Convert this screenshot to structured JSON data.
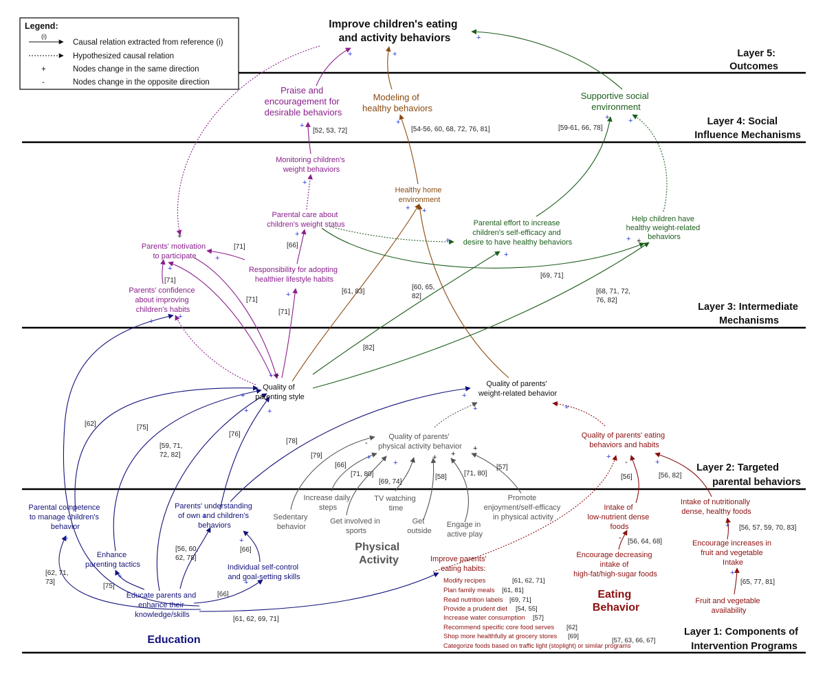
{
  "colors": {
    "layer_line": "#000000",
    "education": "#12127a",
    "physical": "#555555",
    "eating": "#8b0e0e",
    "social_purple": "#8a1e8c",
    "modeling_brown": "#8a4a10",
    "green": "#1b5e1b",
    "sign": "#2233dd",
    "neutral": "#111111"
  },
  "legend": {
    "title": "Legend:",
    "ref_marker": "(i)",
    "causal": "Causal relation extracted from reference (i)",
    "hypothesized": "Hypothesized causal relation",
    "plus_symbol": "+",
    "plus_text": "Nodes change in the same direction",
    "minus_symbol": "-",
    "minus_text": "Nodes change in the opposite direction"
  },
  "layers": [
    {
      "name": "layer-5",
      "lines": [
        "Layer 5:",
        "Outcomes"
      ]
    },
    {
      "name": "layer-4",
      "lines": [
        "Layer 4: Social",
        "Influence Mechanisms"
      ]
    },
    {
      "name": "layer-3",
      "lines": [
        "Layer 3: Intermediate",
        "Mechanisms"
      ]
    },
    {
      "name": "layer-2",
      "lines": [
        "Layer 2: Targeted",
        "parental behaviors"
      ]
    },
    {
      "name": "layer-1",
      "lines": [
        "Layer 1: Components of",
        "Intervention Programs"
      ]
    }
  ],
  "sections": {
    "physical": [
      "Physical",
      "Activity"
    ],
    "eating": [
      "Eating",
      "Behavior"
    ],
    "education": [
      "Education"
    ]
  },
  "nodes": {
    "outcome": [
      "Improve children's eating",
      "and activity behaviors"
    ],
    "praise": [
      "Praise and",
      "encouragement for",
      "desirable behaviors"
    ],
    "modeling": [
      "Modeling of",
      "healthy behaviors"
    ],
    "supportive": [
      "Supportive social",
      "environment"
    ],
    "monitoring": [
      "Monitoring children's",
      "weight behaviors"
    ],
    "home_env": [
      "Healthy home",
      "environment"
    ],
    "care": [
      "Parental care about",
      "children's weight status"
    ],
    "effort": [
      "Parental effort to increase",
      "children's self-efficacy and",
      "desire to have healthy behaviors"
    ],
    "help": [
      "Help children have",
      "healthy weight-related",
      "behaviors"
    ],
    "motivation": [
      "Parents' motivation",
      "to participate"
    ],
    "responsibility": [
      "Responsibility for adopting",
      "healthier lifestyle habits"
    ],
    "confidence": [
      "Parents' confidence",
      "about improving",
      "children's habits"
    ],
    "parenting_style": [
      "Quality of",
      "parenting style"
    ],
    "weight_behavior": [
      "Quality of parents'",
      "weight-related behavior"
    ],
    "pa_behavior": [
      "Quality of parents'",
      "physical activity behavior"
    ],
    "eating_habits": [
      "Quality of parents' eating",
      "behaviors and habits"
    ],
    "competence": [
      "Parental competence",
      "to manage children's",
      "behavior"
    ],
    "understanding": [
      "Parents' understanding",
      "of own and children's",
      "behaviors"
    ],
    "enhance_tactics": [
      "Enhance",
      "parenting tactics"
    ],
    "self_control": [
      "Individual self-control",
      "and goal-setting skills"
    ],
    "educate": [
      "Educate parents and",
      "enhance their",
      "knowledge/skills"
    ],
    "sedentary": [
      "Sedentary",
      "behavior"
    ],
    "daily_steps": [
      "Increase daily",
      "steps"
    ],
    "sports": [
      "Get involved in",
      "sports"
    ],
    "tv": [
      "TV watching",
      "time"
    ],
    "outside": [
      "Get",
      "outside"
    ],
    "active_play": [
      "Engage in",
      "active play"
    ],
    "enjoyment": [
      "Promote",
      "enjoyment/self-efficacy",
      "in physical activity"
    ],
    "intake_low": [
      "Intake of",
      "low-nutrient dense",
      "foods"
    ],
    "intake_dense": [
      "Intake of nutritionally",
      "dense, healthy foods"
    ],
    "decrease": [
      "Encourage decreasing",
      "intake of",
      "high-fat/high-sugar foods"
    ],
    "increase_fv": [
      "Encourage increases in",
      "fruit and vegetable",
      "Intake"
    ],
    "fv_avail": [
      "Fruit and vegetable",
      "availability"
    ],
    "improve_eating": [
      "Improve parents'",
      "eating habits:"
    ]
  },
  "eating_habit_items": [
    {
      "label": "Modify recipes",
      "ref": "[61, 62, 71]"
    },
    {
      "label": "Plan family meals",
      "ref": "[61, 81]"
    },
    {
      "label": "Read nutrition labels",
      "ref": "[69, 71]"
    },
    {
      "label": "Provide a prudent diet",
      "ref": "[54, 55]"
    },
    {
      "label": "Increase water consumption",
      "ref": "[57]"
    },
    {
      "label": "Recommend specific core food serves",
      "ref": "[62]"
    },
    {
      "label": "Shop more healthfully at grocery stores",
      "ref": "[69]"
    },
    {
      "label": "Categorize foods based on traffic light (stoplight) or similar programs",
      "ref": "[57, 63, 66, 67]"
    }
  ],
  "refs": {
    "r_52": "[52, 53, 72]",
    "r_54": "[54-56, 60, 68, 72, 76, 81]",
    "r_59": "[59-61, 66, 78]",
    "r_66a": "[66]",
    "r_71a": "[71]",
    "r_71b": "[71]",
    "r_71c": "[71]",
    "r_71d": "[71]",
    "r_61_83": "[61, 83]",
    "r_60_65_82": [
      "[60, 65,",
      "82]"
    ],
    "r_69_71": "[69, 71]",
    "r_68_71": [
      "[68, 71, 72,",
      "76, 82]"
    ],
    "r_82": "[82]",
    "r_62": "[62]",
    "r_75a": "[75]",
    "r_59_71": [
      "[59, 71,",
      "72, 82]"
    ],
    "r_76": "[76]",
    "r_78": "[78]",
    "r_79": "[79]",
    "r_66b": "[66]",
    "r_71_80a": "[71, 80]",
    "r_69_74": "[69, 74]",
    "r_58": "[58]",
    "r_71_80b": "[71, 80]",
    "r_57": "[57]",
    "r_56a": "[56]",
    "r_56_82": "[56, 82]",
    "r_56_64": "[56, 64, 68]",
    "r_56_57": "[56, 57, 59, 70, 83]",
    "r_65_77": "[65, 77, 81]",
    "r_56_60": [
      "[56, 60,",
      "62, 78]"
    ],
    "r_66c": "[66]",
    "r_62_71": [
      "[62, 71,",
      "73]"
    ],
    "r_75b": "[75]",
    "r_66d": "[66]",
    "r_61_62": "[61, 62, 69, 71]"
  }
}
